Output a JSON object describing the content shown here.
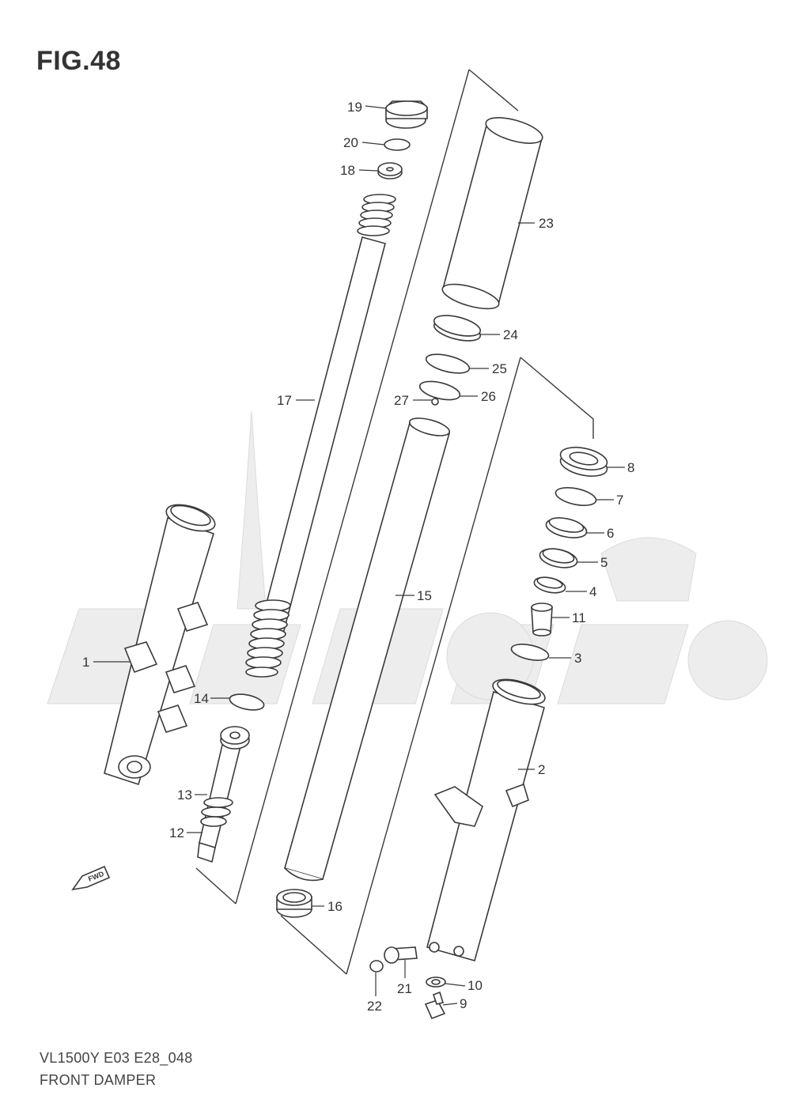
{
  "figure": {
    "title": "FIG.48"
  },
  "footer": {
    "code": "VL1500Y E03 E28_048",
    "title": "FRONT DAMPER"
  },
  "direction_arrow": {
    "label": "FWD"
  },
  "callouts": [
    {
      "id": "c1",
      "label": "1"
    },
    {
      "id": "c2",
      "label": "2"
    },
    {
      "id": "c3",
      "label": "3"
    },
    {
      "id": "c4",
      "label": "4"
    },
    {
      "id": "c5",
      "label": "5"
    },
    {
      "id": "c6",
      "label": "6"
    },
    {
      "id": "c7",
      "label": "7"
    },
    {
      "id": "c8",
      "label": "8"
    },
    {
      "id": "c9",
      "label": "9"
    },
    {
      "id": "c10",
      "label": "10"
    },
    {
      "id": "c11",
      "label": "11"
    },
    {
      "id": "c12",
      "label": "12"
    },
    {
      "id": "c13",
      "label": "13"
    },
    {
      "id": "c14",
      "label": "14"
    },
    {
      "id": "c15",
      "label": "15"
    },
    {
      "id": "c16",
      "label": "16"
    },
    {
      "id": "c17",
      "label": "17"
    },
    {
      "id": "c18",
      "label": "18"
    },
    {
      "id": "c19",
      "label": "19"
    },
    {
      "id": "c20",
      "label": "20"
    },
    {
      "id": "c21",
      "label": "21"
    },
    {
      "id": "c22",
      "label": "22"
    },
    {
      "id": "c23",
      "label": "23"
    },
    {
      "id": "c24",
      "label": "24"
    },
    {
      "id": "c25",
      "label": "25"
    },
    {
      "id": "c26",
      "label": "26"
    },
    {
      "id": "c27",
      "label": "27"
    }
  ]
}
